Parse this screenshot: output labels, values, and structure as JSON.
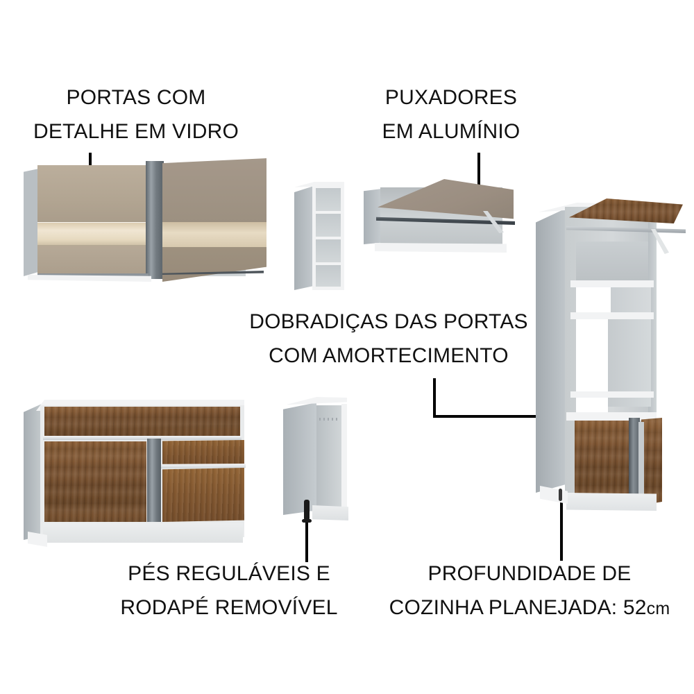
{
  "page": {
    "background": "#ffffff",
    "text_color": "#111111",
    "accent_wood": "#7a5230",
    "accent_beige": "#b2a592",
    "accent_white": "#e9ebec",
    "accent_aluminum": "#6f767c"
  },
  "callouts": [
    {
      "id": "portas-vidro",
      "lines": [
        "PORTAS COM",
        "DETALHE EM VIDRO"
      ],
      "line1": "PORTAS COM",
      "line2": "DETALHE EM VIDRO"
    },
    {
      "id": "puxadores",
      "lines": [
        "PUXADORES",
        "EM ALUMÍNIO"
      ],
      "line1": "PUXADORES",
      "line2": "EM ALUMÍNIO"
    },
    {
      "id": "dobradicas",
      "lines": [
        "DOBRADIÇAS DAS PORTAS",
        "COM AMORTECIMENTO"
      ],
      "line1": "DOBRADIÇAS DAS PORTAS",
      "line2": "COM AMORTECIMENTO"
    },
    {
      "id": "pes-rodape",
      "lines": [
        "PÉS REGULÁVEIS E",
        "RODAPÉ REMOVÍVEL"
      ],
      "line1": "PÉS REGULÁVEIS E",
      "line2": "RODAPÉ REMOVÍVEL"
    },
    {
      "id": "profundidade",
      "lines": [
        "PROFUNDIDADE DE",
        "COZINHA PLANEJADA: 52 cm"
      ],
      "line1": "PROFUNDIDADE DE",
      "line2_text": "COZINHA PLANEJADA: 52",
      "line2_unit": "cm",
      "depth_value": "52",
      "depth_unit": "cm"
    }
  ],
  "products": [
    {
      "id": "armario-aereo-2-portas-vidro",
      "label": "Armário aéreo 2 portas com detalhe em vidro",
      "finish": "Bege / Vidro",
      "finish_color": "#b2a592"
    },
    {
      "id": "armario-aereo-nichos",
      "label": "Armário aéreo nichos abertos",
      "finish": "Branco",
      "finish_color": "#e9ebec",
      "shelf_count": "4"
    },
    {
      "id": "armario-aereo-basculante",
      "label": "Armário aéreo basculante",
      "finish": "Bege",
      "finish_color": "#9c9080"
    },
    {
      "id": "balcao-madeira",
      "label": "Balcão 1 porta 3 gavetas",
      "finish": "Madeira",
      "finish_color": "#7a5230"
    },
    {
      "id": "balcao-estreito-nicho",
      "label": "Balcão estreito nicho aberto",
      "finish": "Branco",
      "finish_color": "#e9ebec"
    },
    {
      "id": "torre-quente",
      "label": "Torre quente 2 portas",
      "finish": "Branco / Madeira",
      "finish_color": "#7a5230"
    }
  ],
  "icons": {
    "leader_line": "leader-line",
    "adjustable_leg": "adjustable-leg-icon",
    "aluminum_handle": "aluminum-handle-icon",
    "glass_stripe": "glass-stripe-icon"
  }
}
